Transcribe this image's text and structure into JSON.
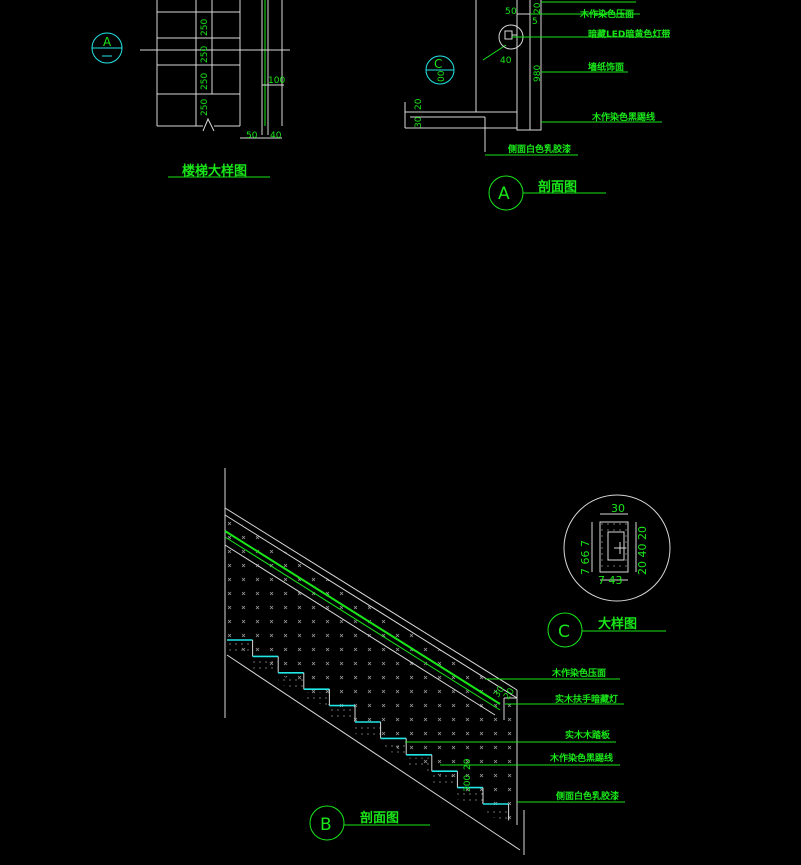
{
  "colors": {
    "background": "#000000",
    "annotation": "#19e619",
    "linework": "#d8d8d8",
    "step_edge": "#22e6e6"
  },
  "top_left": {
    "title": "楼梯大样图",
    "marker_letter": "A",
    "dims_vertical": [
      "250",
      "250",
      "250",
      "250"
    ],
    "dim_right": "100",
    "dims_bottom": [
      "50",
      "40"
    ]
  },
  "section_a": {
    "title": "剖面图",
    "marker_letter": "A",
    "detail_marker": "C",
    "dims": {
      "top_a": "5",
      "top_b": "0",
      "top_c": "20",
      "mid": "40",
      "side": "980",
      "left_a": "30",
      "left_b": "20",
      "detail_sub": "00"
    },
    "labels": [
      "木作染色压面",
      "暗藏LED暗黄色灯带",
      "墙纸饰面",
      "木作染色黑踢线",
      "侧面白色乳胶漆"
    ]
  },
  "detail_c": {
    "title": "大样图",
    "marker_letter": "C",
    "dims": {
      "top": "30",
      "right": "20 40 20",
      "left": "7 66 7",
      "bottom": "7 43"
    }
  },
  "section_b": {
    "title": "剖面图",
    "marker_letter": "B",
    "labels": [
      "木作染色压面",
      "实木扶手暗藏灯",
      "实木木踏板",
      "木作染色黑踢线",
      "侧面白色乳胶漆"
    ],
    "dims": {
      "rail_a": "30",
      "rail_b": "20",
      "step": "300",
      "step_b": "20"
    }
  }
}
